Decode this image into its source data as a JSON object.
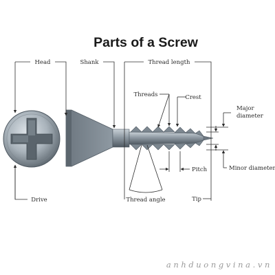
{
  "title": "Parts of a Screw",
  "labels": {
    "head": "Head",
    "shank": "Shank",
    "thread_length": "Thread length",
    "threads": "Threads",
    "crest": "Crest",
    "major_diameter_line1": "Major",
    "major_diameter_line2": "diameter",
    "minor_diameter": "Minor diameter",
    "pitch": "Pitch",
    "thread_angle": "Thread angle",
    "tip": "Tip",
    "drive": "Drive"
  },
  "watermark": "anhduongvina.vn",
  "colors": {
    "metal_dark": "#4f5962",
    "metal_mid": "#8e99a2",
    "metal_light": "#c9d1d7",
    "line": "#2b2b2b"
  }
}
